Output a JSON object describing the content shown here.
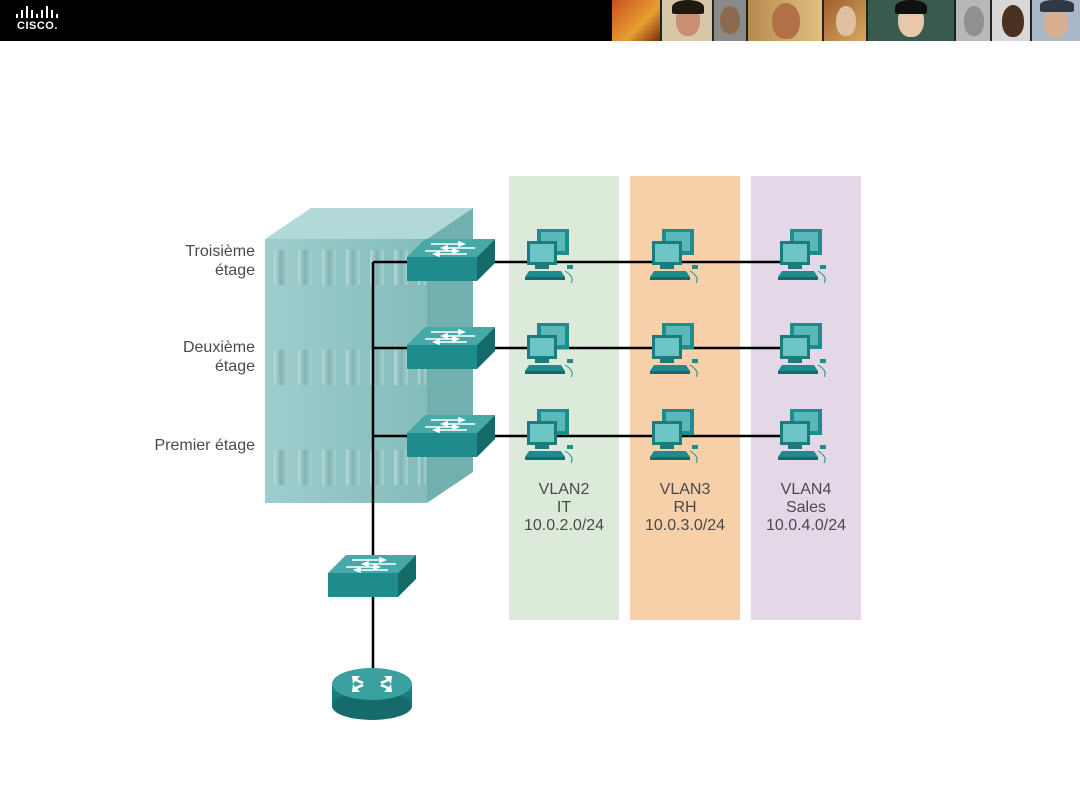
{
  "header": {
    "logo_text": "CISCO."
  },
  "floors": [
    {
      "label_line1": "Troisième",
      "label_line2": "étage"
    },
    {
      "label_line1": "Deuxième",
      "label_line2": "étage"
    },
    {
      "label_line1": "Premier étage",
      "label_line2": ""
    }
  ],
  "vlans": [
    {
      "id": "VLAN2",
      "name": "IT",
      "subnet": "10.0.2.0/24",
      "color": "#dcebd9"
    },
    {
      "id": "VLAN3",
      "name": "RH",
      "subnet": "10.0.3.0/24",
      "color": "#f7cfa8"
    },
    {
      "id": "VLAN4",
      "name": "Sales",
      "subnet": "10.0.4.0/24",
      "color": "#e3d7e8"
    }
  ],
  "colors": {
    "device_teal": "#1e8c8c",
    "building": "#8fc4c4",
    "link": "#000000"
  }
}
